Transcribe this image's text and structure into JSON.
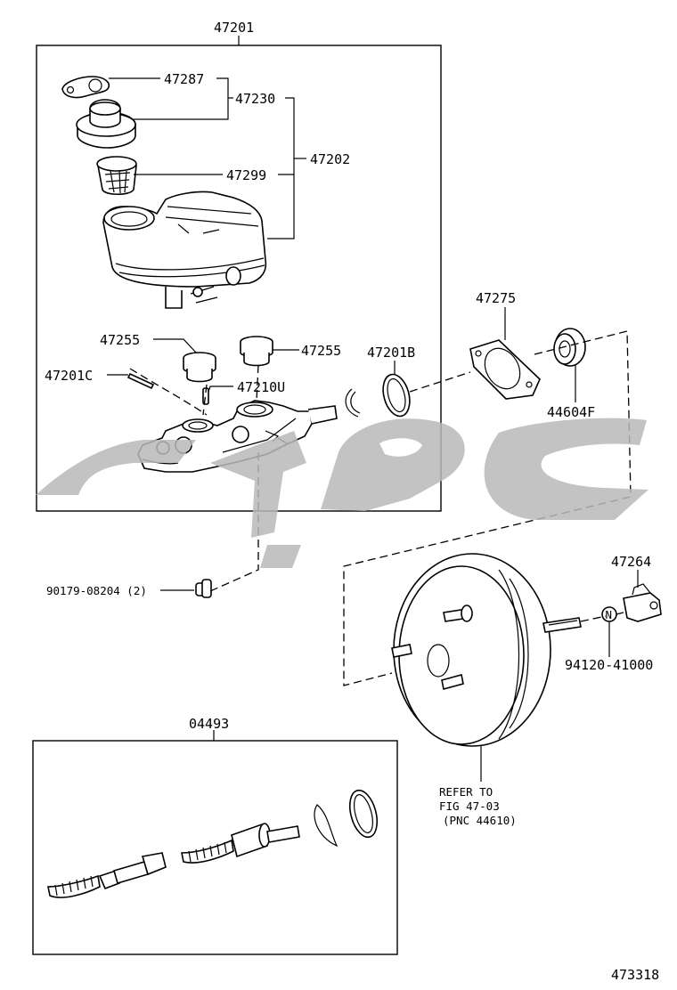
{
  "labels": {
    "assembly_master_cylinder": "47201",
    "cap_gasket": "47287",
    "reservoir_cap": "47230",
    "strainer": "47299",
    "reservoir_assy": "47202",
    "grommet_left": "47255",
    "grommet_right": "47255",
    "pin": "47201C",
    "reservoir_pin": "47210U",
    "o_ring": "47201B",
    "gasket": "47275",
    "seal": "44604F",
    "screw": "90179-08204 (2)",
    "booster_assembly": "47264",
    "nut": "94120-41000",
    "nut_marker": "N",
    "refer_line1": "REFER TO",
    "refer_line2": "FIG 47-03",
    "refer_line3": "(PNC 44610)",
    "repair_kit": "04493",
    "figure_number": "473318"
  },
  "colors": {
    "line": "#000000",
    "watermark": "#b9b9b9",
    "background": "#ffffff"
  }
}
